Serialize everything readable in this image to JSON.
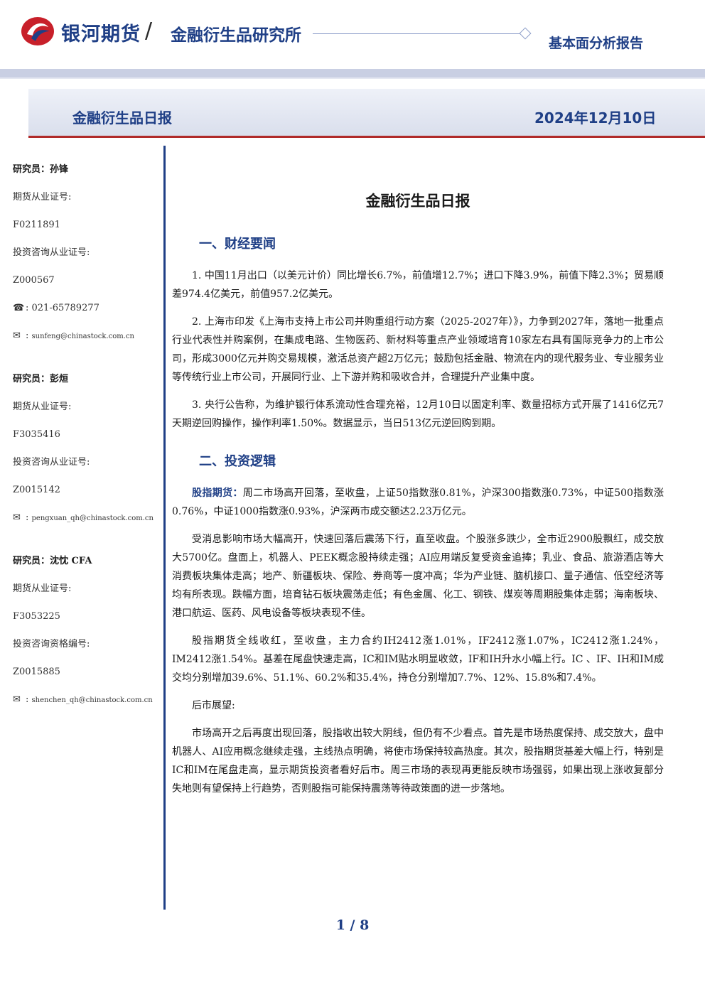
{
  "header": {
    "brand": "银河期货",
    "slash": "/",
    "dept": "金融衍生品研究所",
    "report_type": "基本面分析报告"
  },
  "title_bar": {
    "name": "金融衍生品日报",
    "date": "2024年12月10日"
  },
  "analysts": [
    {
      "label": "研究员：孙锋",
      "futures_label": "期货从业证号:",
      "futures_no": "F0211891",
      "consult_label": "投资咨询从业证号:",
      "consult_no": "Z000567",
      "phone": "021-65789277",
      "email": "sunfeng@chinastock.com.cn"
    },
    {
      "label": "研究员：彭烜",
      "futures_label": "期货从业证号:",
      "futures_no": "F3035416",
      "consult_label": "投资咨询从业证号:",
      "consult_no": "Z0015142",
      "email": "pengxuan_qh@chinastock.com.cn"
    },
    {
      "label": "研究员：沈忱 CFA",
      "futures_label": "期货从业证号:",
      "futures_no": "F3053225",
      "consult_label": "投资咨询资格编号:",
      "consult_no": "Z0015885",
      "email": "shenchen_qh@chinastock.com.cn"
    }
  ],
  "doc": {
    "title": "金融衍生品日报",
    "sec1": "一、财经要闻",
    "p1": "1. 中国11月出口（以美元计价）同比增长6.7%，前值增12.7%；进口下降3.9%，前值下降2.3%；贸易顺差974.4亿美元，前值957.2亿美元。",
    "p2": "2. 上海市印发《上海市支持上市公司并购重组行动方案（2025-2027年）》，力争到2027年，落地一批重点行业代表性并购案例，在集成电路、生物医药、新材料等重点产业领域培育10家左右具有国际竞争力的上市公司，形成3000亿元并购交易规模，激活总资产超2万亿元；鼓励包括金融、物流在内的现代服务业、专业服务业等传统行业上市公司，开展同行业、上下游并购和吸收合并，合理提升产业集中度。",
    "p3": "3. 央行公告称，为维护银行体系流动性合理充裕，12月10日以固定利率、数量招标方式开展了1416亿元7天期逆回购操作，操作利率1.50%。数据显示，当日513亿元逆回购到期。",
    "sec2": "二、投资逻辑",
    "p4_kw": "股指期货：",
    "p4": "周二市场高开回落，至收盘，上证50指数涨0.81%，沪深300指数涨0.73%，中证500指数涨0.76%，中证1000指数涨0.93%，沪深两市成交额达2.23万亿元。",
    "p5": "受消息影响市场大幅高开，快速回落后震荡下行，直至收盘。个股涨多跌少，全市近2900股飘红，成交放大5700亿。盘面上，机器人、PEEK概念股持续走强；AI应用端反复受资金追捧；乳业、食品、旅游酒店等大消费板块集体走高；地产、新疆板块、保险、券商等一度冲高；华为产业链、脑机接口、量子通信、低空经济等均有所表现。跌幅方面，培育钻石板块震荡走低；有色金属、化工、钢铁、煤炭等周期股集体走弱；海南板块、港口航运、医药、风电设备等板块表现不佳。",
    "p6": "股指期货全线收红，至收盘，主力合约IH2412涨1.01%，IF2412涨1.07%，IC2412涨1.24%，IM2412涨1.54%。基差在尾盘快速走高，IC和IM贴水明显收敛，IF和IH升水小幅上行。IC 、IF、IH和IM成交均分别增加39.6%、51.1%、60.2%和35.4%，持仓分别增加7.7%、12%、15.8%和7.4%。",
    "p7": "后市展望:",
    "p8": "市场高开之后再度出现回落，股指收出较大阴线，但仍有不少看点。首先是市场热度保持、成交放大，盘中机器人、AI应用概念继续走强，主线热点明确，将使市场保持较高热度。其次，股指期货基差大幅上行，特别是IC和IM在尾盘走高，显示期货投资者看好后市。周三市场的表现再更能反映市场强弱，如果出现上涨收复部分失地则有望保持上行趋势，否则股指可能保持震荡等待政策面的进一步落地。"
  },
  "page": "1 / 8"
}
